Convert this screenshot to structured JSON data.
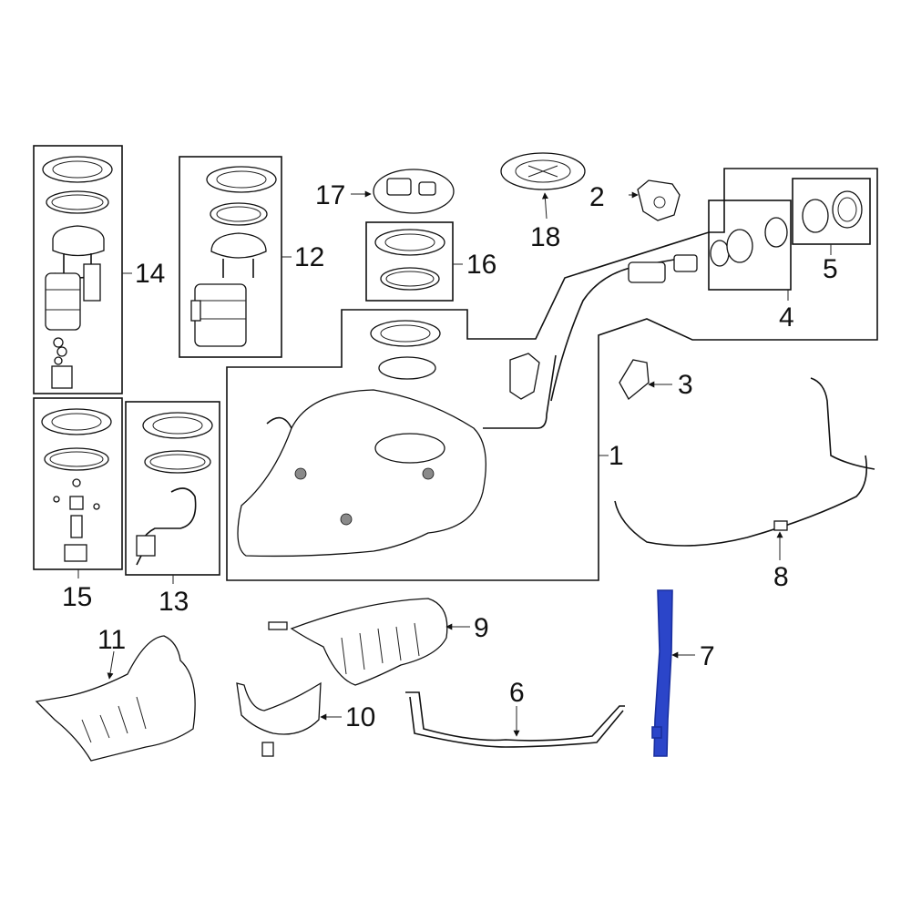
{
  "callouts": {
    "c1": "1",
    "c2": "2",
    "c3": "3",
    "c4": "4",
    "c5": "5",
    "c6": "6",
    "c7": "7",
    "c8": "8",
    "c9": "9",
    "c10": "10",
    "c11": "11",
    "c12": "12",
    "c13": "13",
    "c14": "14",
    "c15": "15",
    "c16": "16",
    "c17": "17",
    "c18": "18"
  },
  "highlight": {
    "part": "7",
    "color": "#2b45c9"
  }
}
